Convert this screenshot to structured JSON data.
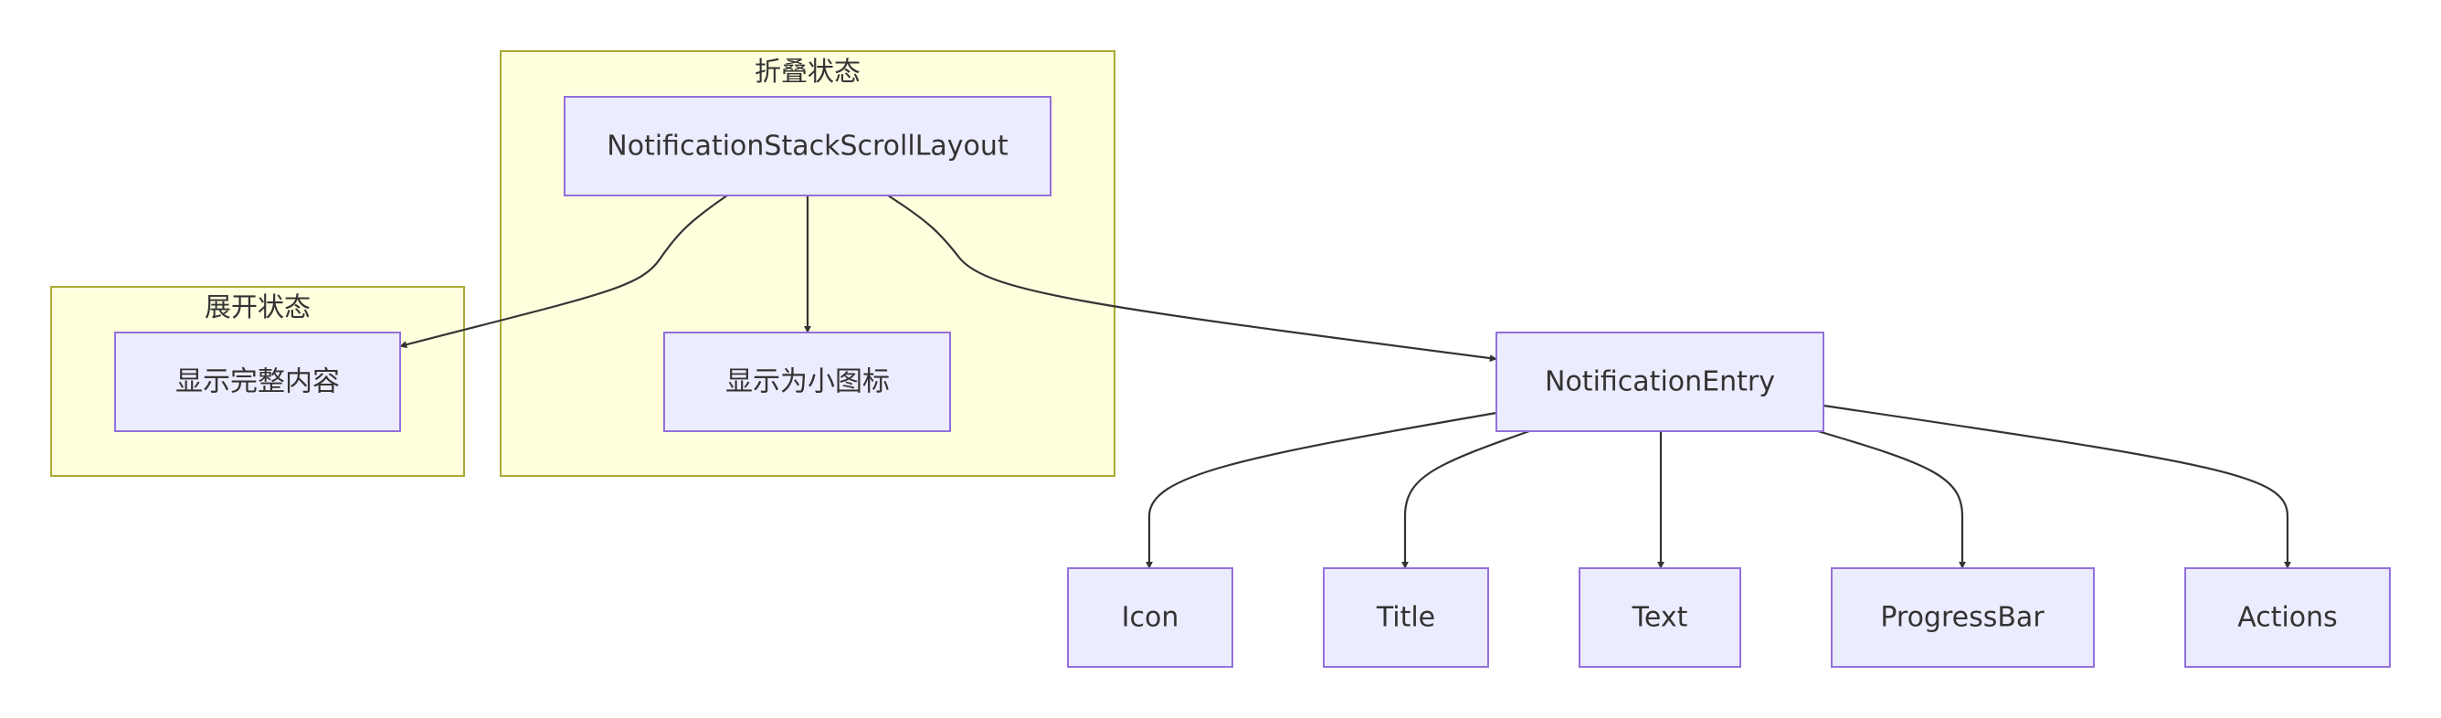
{
  "diagram": {
    "type": "flowchart",
    "colors": {
      "node_fill": "#ececff",
      "node_border": "#9370db",
      "cluster_fill": "#ffffde",
      "cluster_border": "#aaaa33",
      "edge": "#333333",
      "text": "#333333"
    },
    "clusters": {
      "collapsed": {
        "label": "折叠状态"
      },
      "expanded": {
        "label": "展开状态"
      }
    },
    "nodes": {
      "nssl": {
        "label": "NotificationStackScrollLayout"
      },
      "small_icon": {
        "label": "显示为小图标"
      },
      "full_content": {
        "label": "显示完整内容"
      },
      "entry": {
        "label": "NotificationEntry"
      },
      "icon": {
        "label": "Icon"
      },
      "title": {
        "label": "Title"
      },
      "text": {
        "label": "Text"
      },
      "progress_bar": {
        "label": "ProgressBar"
      },
      "actions": {
        "label": "Actions"
      }
    },
    "edges": [
      {
        "from": "NotificationStackScrollLayout",
        "to": "显示为小图标"
      },
      {
        "from": "NotificationStackScrollLayout",
        "to": "显示完整内容"
      },
      {
        "from": "NotificationStackScrollLayout",
        "to": "NotificationEntry"
      },
      {
        "from": "NotificationEntry",
        "to": "Icon"
      },
      {
        "from": "NotificationEntry",
        "to": "Title"
      },
      {
        "from": "NotificationEntry",
        "to": "Text"
      },
      {
        "from": "NotificationEntry",
        "to": "ProgressBar"
      },
      {
        "from": "NotificationEntry",
        "to": "Actions"
      }
    ]
  }
}
